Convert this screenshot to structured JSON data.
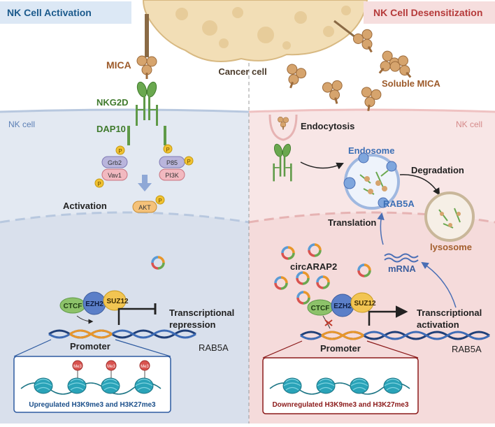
{
  "left_panel": {
    "header": "NK Cell Activation",
    "cell_label": "NK cell",
    "ligand": "MICA",
    "receptor": "NKG2D",
    "adaptor": "DAP10",
    "phospho": "P",
    "grb2": "Grb2",
    "vav1": "Vav1",
    "p85": "P85",
    "pi3k": "PI3K",
    "akt": "AKT",
    "activation": "Activation",
    "ctcf": "CTCF",
    "ezh2": "EZH2",
    "suz12": "SUZ12",
    "transcription": [
      "Transcriptional",
      "repression"
    ],
    "promoter": "Promoter",
    "gene": "RAB5A",
    "histone_mark": "Me3",
    "histone_caption": "Upregulated H3K9me3 and H3K27me3"
  },
  "right_panel": {
    "header": "NK Cell Desensitization",
    "cell_label": "NK cell",
    "soluble": "Soluble MICA",
    "endocytosis": "Endocytosis",
    "endosome": "Endosome",
    "degradation": "Degradation",
    "rab5a_protein": "RAB5A",
    "translation": "Translation",
    "lysosome": "lysosome",
    "mrna": "mRNA",
    "circrna": "circARAP2",
    "ctcf": "CTCF",
    "ezh2": "EZH2",
    "suz12": "SUZ12",
    "transcription": [
      "Transcriptional",
      "activation"
    ],
    "promoter": "Promoter",
    "gene": "RAB5A",
    "histone_caption": "Downregulated H3K9me3 and H3K27me3"
  },
  "cancer_cell": "Cancer cell",
  "colors": {
    "left_bg": "#e3e9f2",
    "right_bg": "#f8e6e6",
    "receptor_green": "#5f9a48",
    "mica_tan": "#c8955e",
    "dna_blue": "#1f3f78",
    "promoter_orange": "#e8962a",
    "nucleosome": "#2aa3b8",
    "phospho": "#f1c232",
    "left_header_text": "#1b5a8c",
    "right_header_text": "#b53a3a"
  }
}
